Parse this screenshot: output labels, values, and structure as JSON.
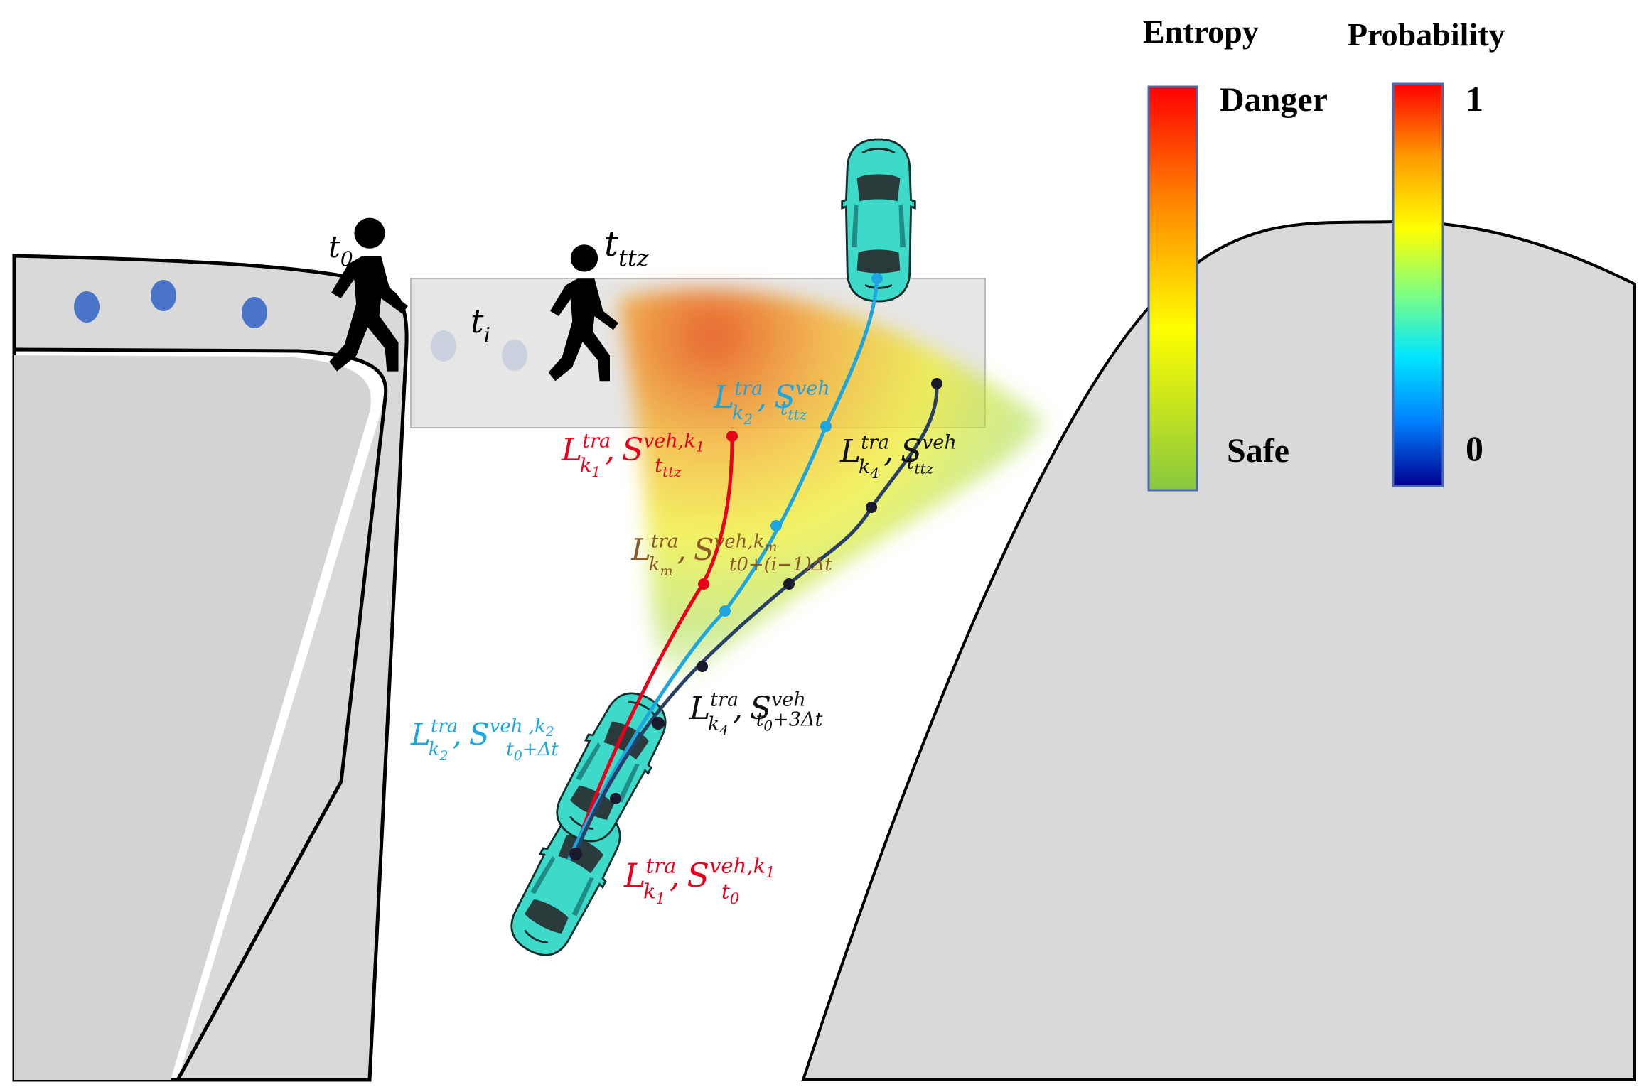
{
  "legend": {
    "entropy": {
      "title": "Entropy",
      "top_label": "Danger",
      "bottom_label": "Safe",
      "colors": [
        "#ff0000",
        "#ff8c00",
        "#ffff00",
        "#88c840"
      ]
    },
    "probability": {
      "title": "Probability",
      "top_label": "1",
      "bottom_label": "0",
      "colors": [
        "#ff0000",
        "#ff9900",
        "#ffff00",
        "#80ff80",
        "#00e5ff",
        "#0080ff",
        "#000090"
      ]
    }
  },
  "pedestrian": {
    "t0": {
      "base": "t",
      "sub": "0"
    },
    "ti": {
      "base": "t",
      "sub": "i"
    },
    "tttz": {
      "base": "t",
      "sub": "ttz"
    }
  },
  "labels": {
    "k1_ttz": {
      "L": "L",
      "L_sup": "tra",
      "L_sub": "k",
      "L_subsub": "1",
      "S": "S",
      "S_sup": "veh,k",
      "S_supsub": "1",
      "S_sub": "t",
      "S_subsub": "ttz",
      "sep": ",",
      "color": "#e8001c"
    },
    "k2_ttz": {
      "L": "L",
      "L_sup": "tra",
      "L_sub": "k",
      "L_subsub": "2",
      "S": "S",
      "S_sup": "veh",
      "S_sub": "t",
      "S_subsub": "ttz",
      "sep": ",",
      "color": "#1ea6e0"
    },
    "k4_ttz": {
      "L": "L",
      "L_sup": "tra",
      "L_sub": "k",
      "L_subsub": "4",
      "S": "S",
      "S_sup": "veh",
      "S_sub": "t",
      "S_subsub": "ttz",
      "sep": ",",
      "color": "#111111"
    },
    "km": {
      "L": "L",
      "L_sup": "tra",
      "L_sub": "k",
      "L_subsub": "m",
      "S": "S",
      "S_sup": "veh,k",
      "S_supsub": "m",
      "S_sub": "t0+(i−1)Δt",
      "sep": ",",
      "color": "#8a5a2a"
    },
    "k4_3dt": {
      "L": "L",
      "L_sup": "tra",
      "L_sub": "k",
      "L_subsub": "4",
      "S": "S",
      "S_sup": "veh",
      "S_sub": "t",
      "S_subsub": "0",
      "S_tail": "+3Δt",
      "sep": ",",
      "color": "#111111"
    },
    "k2_dt": {
      "L": "L",
      "L_sup": "tra",
      "L_sub": "k",
      "L_subsub": "2",
      "S": "S",
      "S_sup": "veh ,k",
      "S_supsub": "2",
      "S_sub": "t",
      "S_subsub": "0",
      "S_tail": "+Δt",
      "sep": ",",
      "color": "#1ea6e0"
    },
    "k1_t0": {
      "L": "L",
      "L_sup": "tra",
      "L_sub": "k",
      "L_subsub": "1",
      "S": "S",
      "S_sup": "veh,k",
      "S_supsub": "1",
      "S_sub": "t",
      "S_subsub": "0",
      "sep": ",",
      "color": "#e8001c"
    }
  },
  "colors": {
    "red_trajectory": "#e8001c",
    "blue_trajectory": "#1ea6e0",
    "dark_trajectory": "#2a3f66",
    "vehicle_body": "#3dd9c9",
    "road_surface": "#d9d9d9",
    "crosswalk": "#e6e6e6",
    "waypoint_dots": "#4a74c9"
  },
  "icons": [
    "pedestrian-icon",
    "vehicle-icon"
  ]
}
